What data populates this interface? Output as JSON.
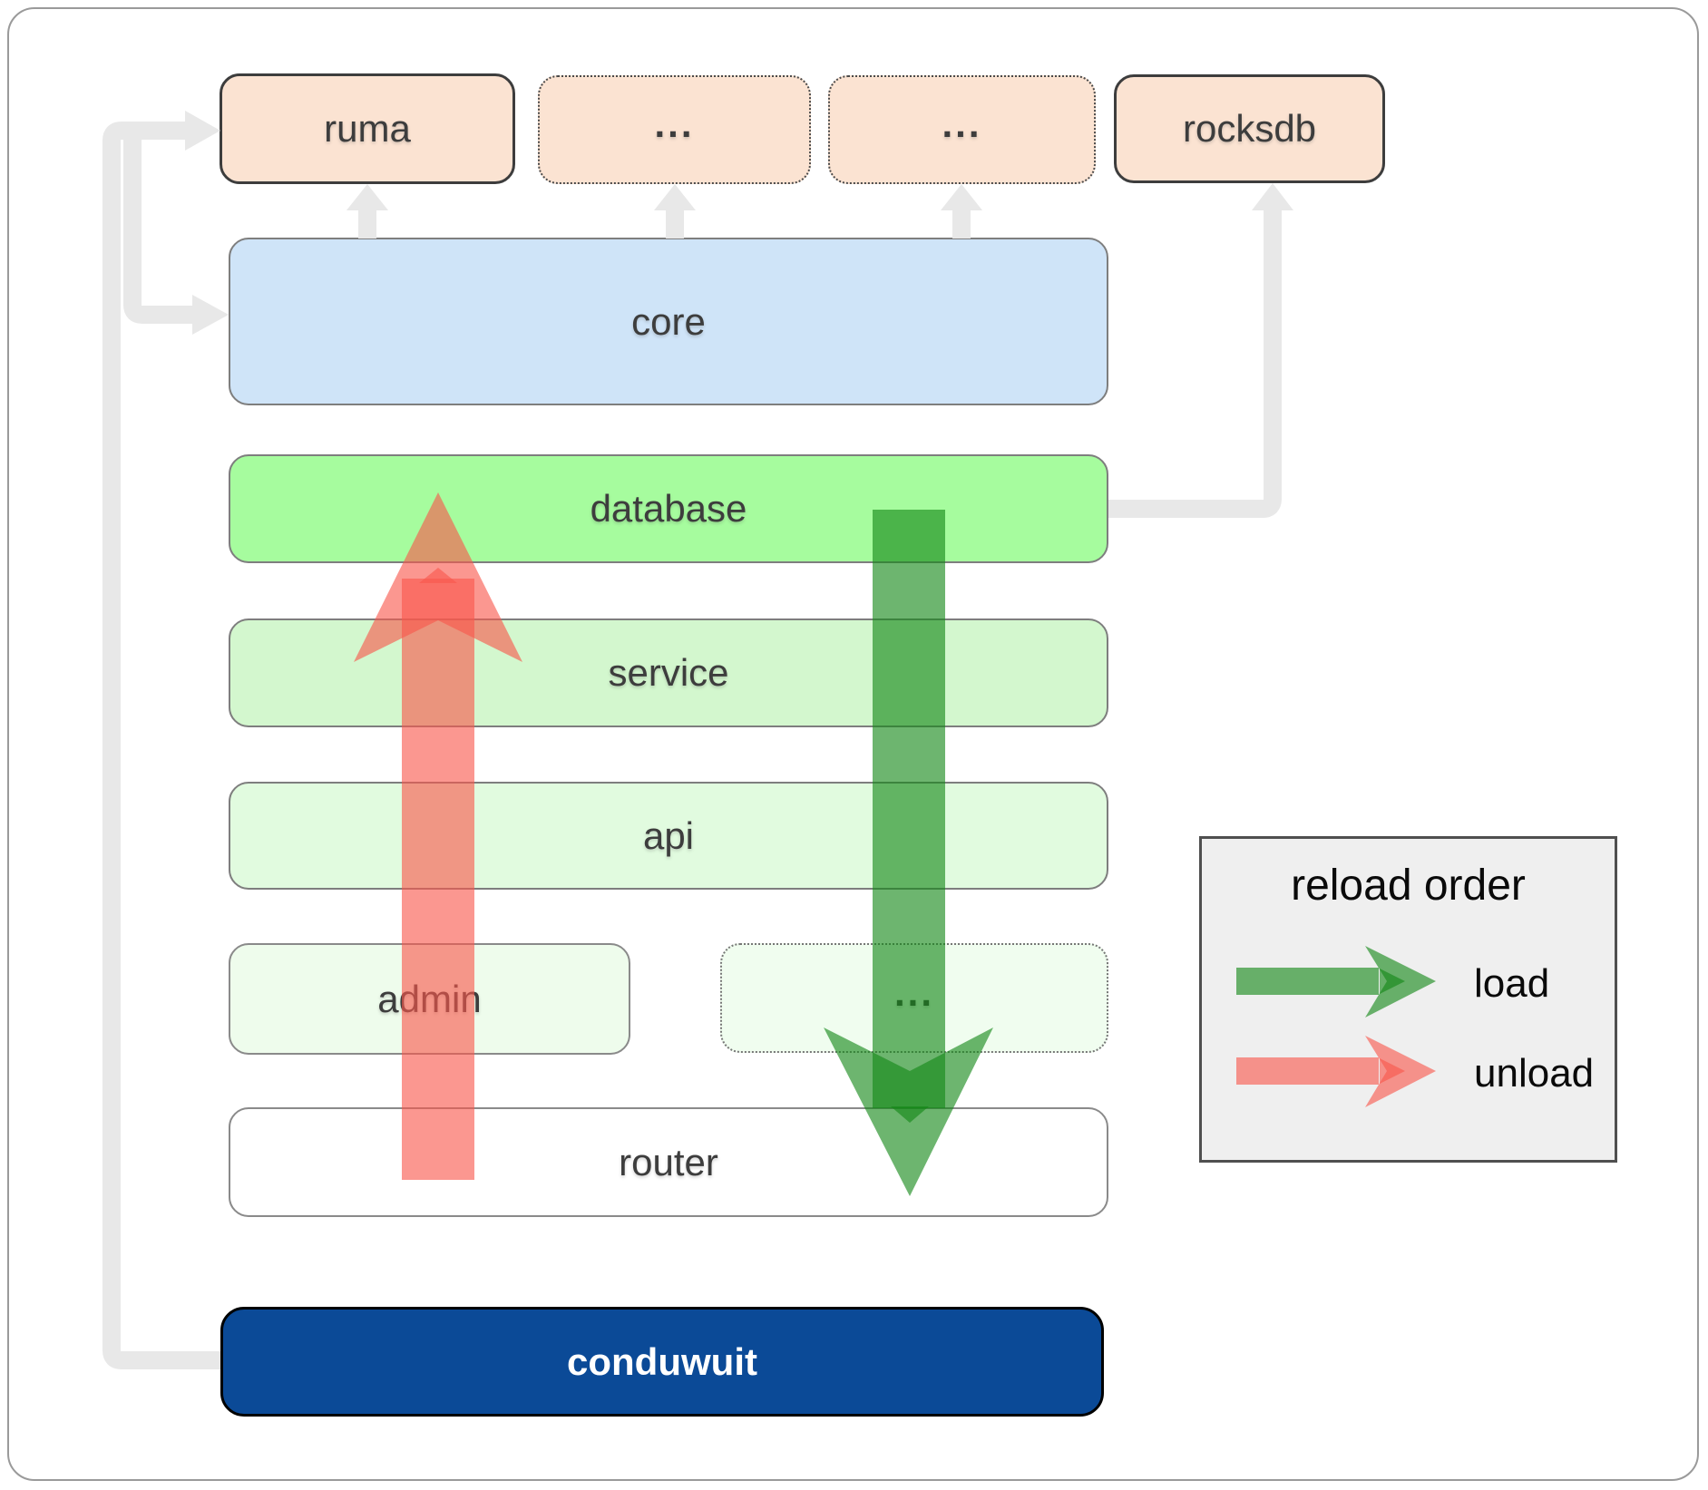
{
  "boxes": {
    "ruma": {
      "label": "ruma"
    },
    "module_top_1": {
      "label": "..."
    },
    "module_top_2": {
      "label": "..."
    },
    "rocksdb": {
      "label": "rocksdb"
    },
    "core": {
      "label": "core"
    },
    "database": {
      "label": "database"
    },
    "service": {
      "label": "service"
    },
    "api": {
      "label": "api"
    },
    "admin": {
      "label": "admin"
    },
    "module_mid": {
      "label": "..."
    },
    "router": {
      "label": "router"
    },
    "conduwuit": {
      "label": "conduwuit"
    }
  },
  "legend": {
    "title": "reload order",
    "load_label": "load",
    "unload_label": "unload"
  },
  "colors": {
    "dependency_peach": "#fbe3d2",
    "core_blue": "#cfe4f8",
    "database_green": "#a6fc9e",
    "service_green": "#d3f7ce",
    "api_green": "#e1fbdf",
    "admin_green": "#eefcec",
    "conduwuit_navy": "#0b4a97",
    "load_arrow_green": "#138717",
    "unload_arrow_red": "#f8574c",
    "connector_gray": "#e8e8e8",
    "legend_background": "#efefef"
  }
}
